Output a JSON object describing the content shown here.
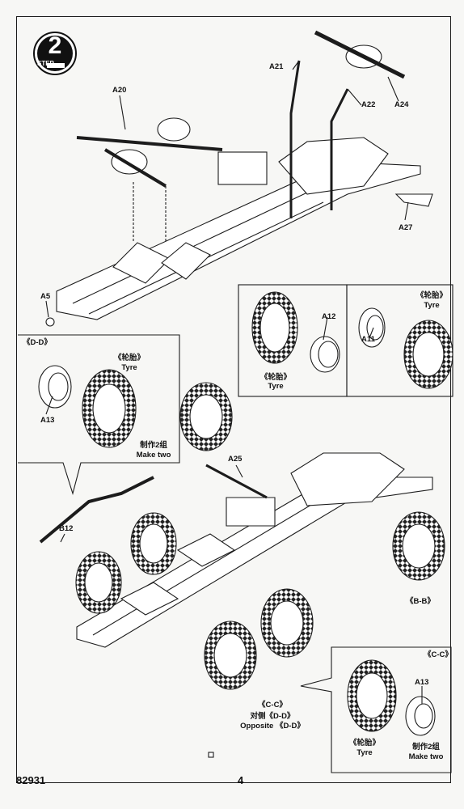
{
  "step": {
    "number": "2",
    "word": "STEP"
  },
  "labels": {
    "a20": "A20",
    "a21": "A21",
    "a22": "A22",
    "a24": "A24",
    "a27": "A27",
    "a5": "A5",
    "a12": "A12",
    "a11": "A11",
    "a13": "A13",
    "a25": "A25",
    "b12": "B12",
    "a13b": "A13"
  },
  "callouts": {
    "tyre_cn": "《轮胎》",
    "tyre_en": "Tyre",
    "dd": "《D-D》",
    "bb": "《B-B》",
    "cc": "《C-C》",
    "make_two_cn": "制作2组",
    "make_two_en": "Make two",
    "opposite_cn": "对侧《D-D》",
    "opposite_en": "Opposite 《D-D》"
  },
  "footer": {
    "code": "82931",
    "page": "4"
  }
}
